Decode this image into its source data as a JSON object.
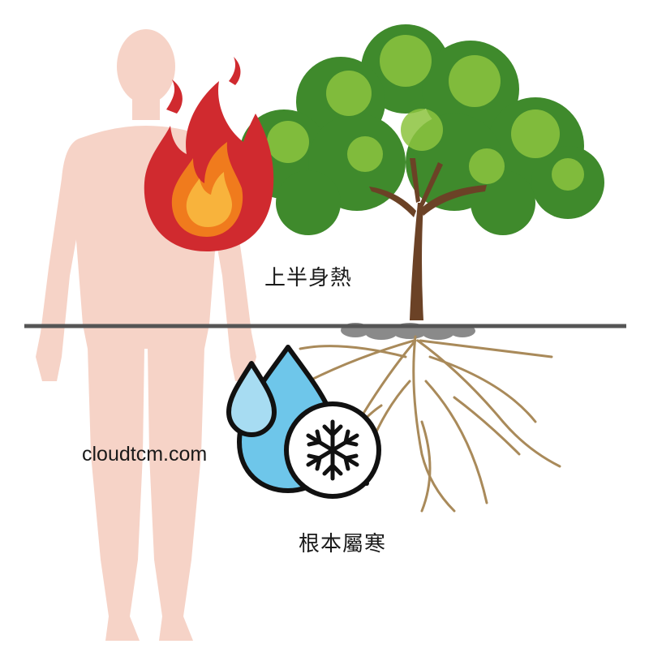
{
  "labels": {
    "upper": "上半身熱",
    "lower": "根本屬寒",
    "website": "cloudtcm.com"
  },
  "icons": {
    "body": "human-body-silhouette",
    "fire": "fire-icon",
    "tree": "tree-icon",
    "roots": "roots-icon",
    "water": "water-drops-icon",
    "cold": "snowflake-icon"
  },
  "colors": {
    "body": "#f6d3c7",
    "fire_outer": "#d02a2f",
    "fire_inner": "#f07b1d",
    "fire_core": "#f8b33c",
    "leaves_dark": "#3f8a2c",
    "leaves_light": "#8cc43f",
    "trunk": "#6b4226",
    "roots": "#a98a5a",
    "ground_line": "#555555",
    "water": "#6ec6ea",
    "water_outline": "#111111"
  }
}
